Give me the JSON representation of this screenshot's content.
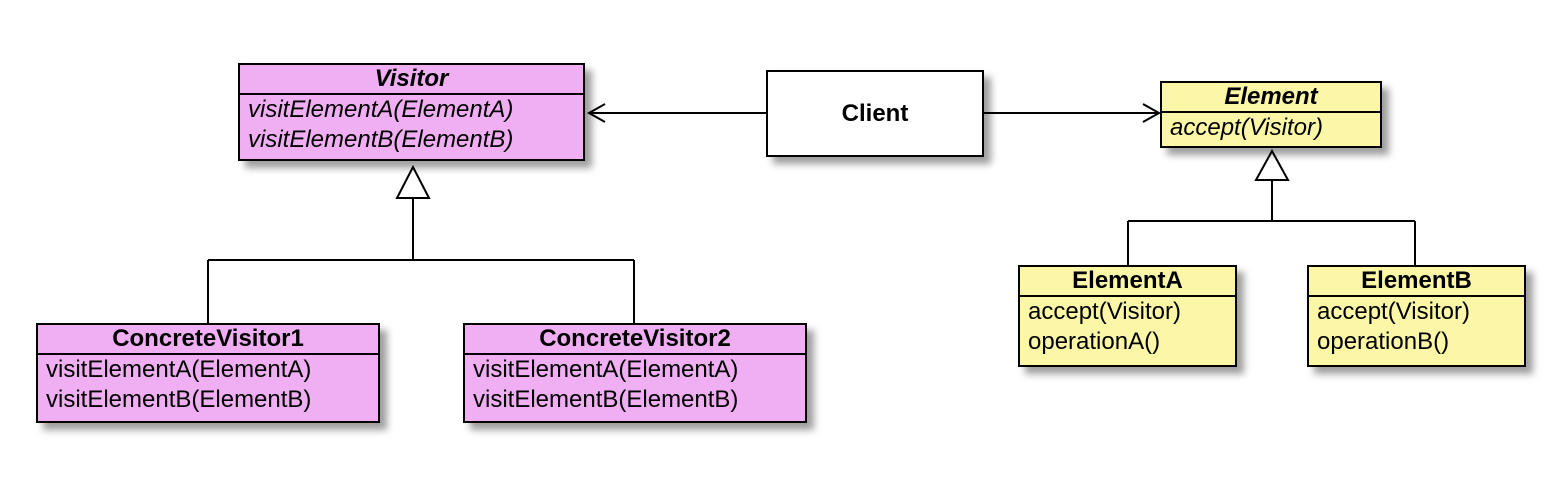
{
  "client": {
    "name": "Client"
  },
  "visitor": {
    "name": "Visitor",
    "operations": [
      "visitElementA(ElementA)",
      "visitElementB(ElementB)"
    ]
  },
  "concrete_visitor_1": {
    "name": "ConcreteVisitor1",
    "operations": [
      "visitElementA(ElementA)",
      "visitElementB(ElementB)"
    ]
  },
  "concrete_visitor_2": {
    "name": "ConcreteVisitor2",
    "operations": [
      "visitElementA(ElementA)",
      "visitElementB(ElementB)"
    ]
  },
  "element": {
    "name": "Element",
    "operations": [
      "accept(Visitor)"
    ]
  },
  "element_a": {
    "name": "ElementA",
    "operations": [
      "accept(Visitor)",
      "operationA()"
    ]
  },
  "element_b": {
    "name": "ElementB",
    "operations": [
      "accept(Visitor)",
      "operationB()"
    ]
  },
  "colors": {
    "visitor_fill": "#f1aff3",
    "element_fill": "#fbf7a7",
    "client_fill": "#ffffff",
    "line": "#000000"
  }
}
